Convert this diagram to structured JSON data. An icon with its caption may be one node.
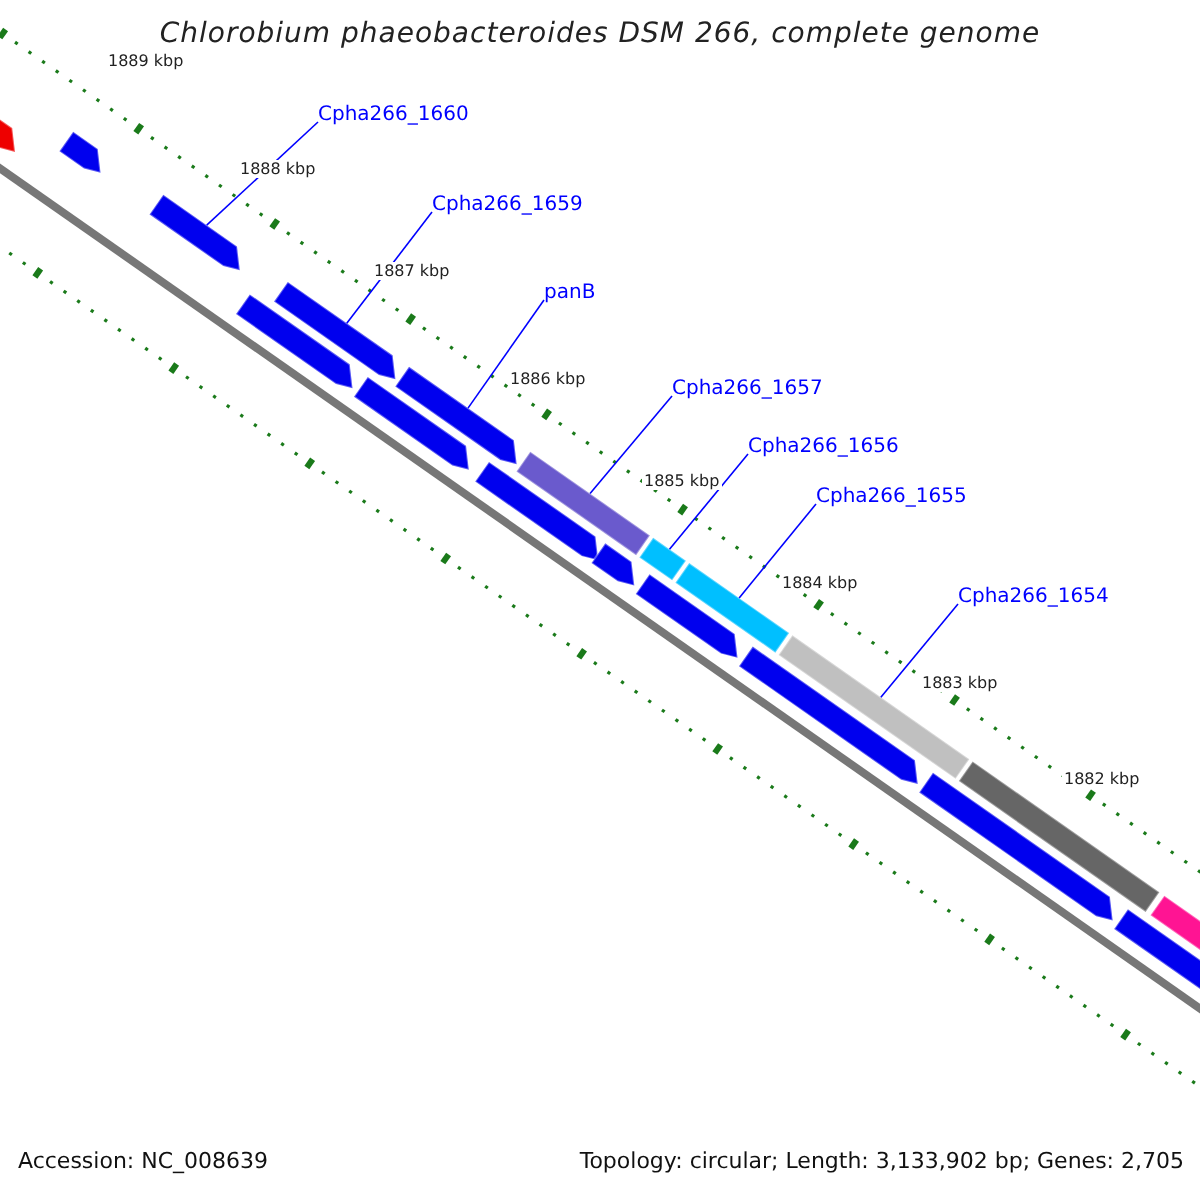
{
  "diagram": {
    "title": "Chlorobium phaeobacteroides DSM 266, complete genome",
    "nodes": [
      {
        "text": [
          "Cpha266_1660"
        ]
      },
      {
        "text": [
          "Cpha266_1659"
        ]
      },
      {
        "text": [
          "panB"
        ]
      },
      {
        "text": [
          "Cpha266_1657"
        ]
      },
      {
        "text": [
          "Cpha266_1656"
        ]
      },
      {
        "text": [
          "Cpha266_1655"
        ]
      },
      {
        "text": [
          "Cpha266_1654"
        ]
      },
      {
        "text": [],
        "shape": "bar"
      },
      {
        "text": [],
        "shape": "bar"
      },
      {
        "text": [],
        "shape": "bar"
      },
      {
        "text": [],
        "shape": "bar"
      },
      {
        "text": [],
        "shape": "bar"
      },
      {
        "text": [],
        "shape": "bar"
      },
      {
        "text": [],
        "shape": "bar"
      },
      {
        "text": [],
        "shape": "bar"
      },
      {
        "text": [],
        "shape": "bar"
      },
      {
        "text": [],
        "shape": "bar"
      },
      {
        "text": [],
        "shape": "bar"
      },
      {
        "text": [],
        "shape": "bar"
      },
      {
        "text": [],
        "shape": "bar"
      },
      {
        "text": [],
        "shape": "bar"
      },
      {
        "text": [],
        "shape": "bar"
      },
      {
        "text": [],
        "shape": "bar"
      },
      {
        "text": [],
        "shape": "bar"
      },
      {
        "text": [],
        "shape": "bar"
      },
      {
        "text": [],
        "shape": "bar"
      }
    ],
    "edges": [
      {
        "from": 0,
        "to": 7,
        "arrow": "none"
      },
      {
        "from": 1,
        "to": 8,
        "arrow": "none"
      },
      {
        "from": 2,
        "to": 9,
        "arrow": "none"
      },
      {
        "from": 3,
        "to": 10,
        "arrow": "none"
      },
      {
        "from": 4,
        "to": 11,
        "arrow": "none"
      },
      {
        "from": 5,
        "to": 12,
        "arrow": "none"
      },
      {
        "from": 6,
        "to": 13,
        "arrow": "none"
      }
    ],
    "labels": [
      "1889 kbp",
      "1888 kbp",
      "1887 kbp",
      "1886 kbp",
      "1885 kbp",
      "1884 kbp",
      "1883 kbp",
      "1882 kbp",
      "Accession: NC_008639",
      "Topology: circular; Length: 3,133,902 bp; Genes: 2,705"
    ]
  }
}
